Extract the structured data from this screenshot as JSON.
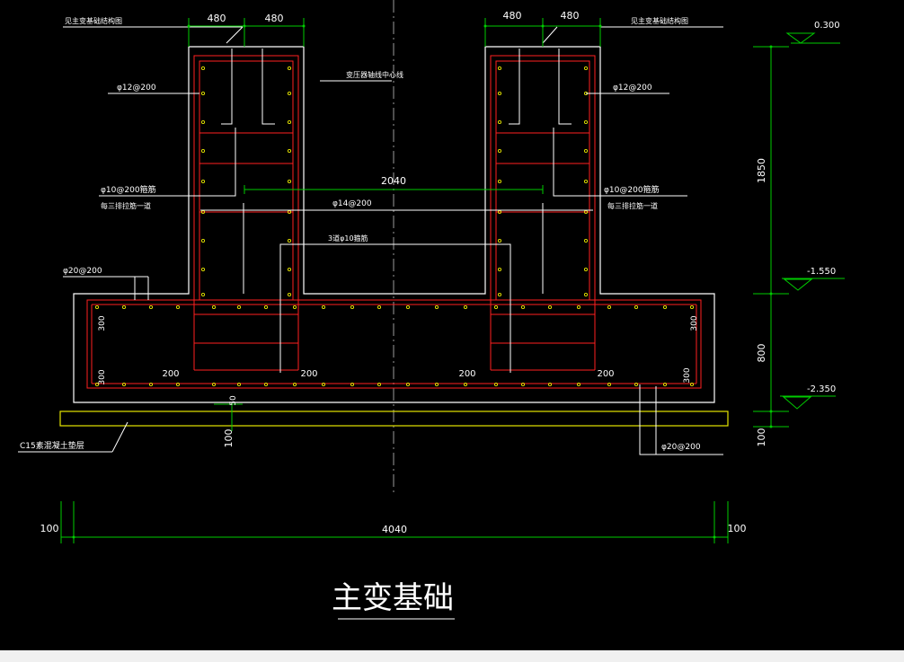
{
  "colors": {
    "bg": "#000000",
    "white": "#ffffff",
    "red": "#ff2020",
    "green": "#00cc00",
    "yellow": "#e6e600",
    "gray": "#9a9a9a"
  },
  "drawing": {
    "title": "主变基础",
    "dims": {
      "top_l1": "480",
      "top_l2": "480",
      "top_r1": "480",
      "top_r2": "480",
      "mid": "2040",
      "height_upper": "1850",
      "height_lower": "800",
      "height_bed": "100",
      "bed_thk": "100",
      "pad_50": "50",
      "total": "4040",
      "edge_l": "100",
      "edge_r": "100",
      "cover_l1": "300",
      "cover_l2": "300",
      "cover_r1": "300",
      "cover_r2": "300",
      "d200_a": "200",
      "d200_b": "200",
      "d200_c": "200",
      "d200_d": "200"
    },
    "elevations": {
      "top": "0.300",
      "mid": "-1.550",
      "bottom": "-2.350"
    },
    "labels": {
      "tl_note": "见主变基础结构图",
      "tr_note": "见主变基础结构图",
      "center_line": "变压器轴线中心线",
      "rebar_l_top": "φ12@200",
      "rebar_r_top": "φ12@200",
      "stirrup_l": "φ10@200箍筋",
      "stirrup_r": "φ10@200箍筋",
      "tie_l": "每三排拉筋一道",
      "tie_r": "每三排拉筋一道",
      "rebar_mid": "φ14@200",
      "rebar_3": "3道φ10箍筋",
      "rebar_l_base": "φ20@200",
      "rebar_r_base": "φ20@200",
      "bedding": "C15素混凝土垫层"
    }
  }
}
